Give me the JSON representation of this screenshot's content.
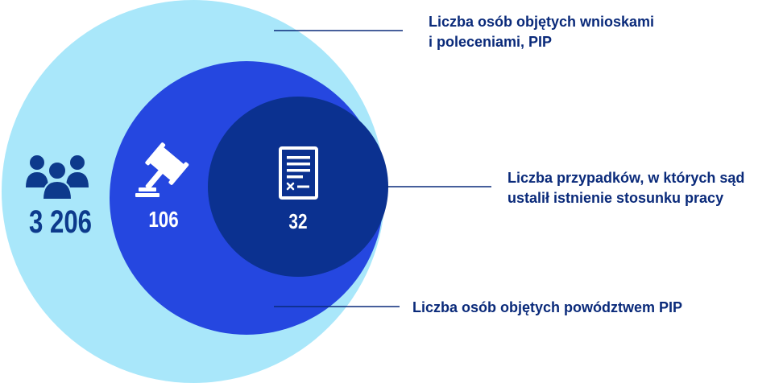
{
  "diagram": {
    "outer": {
      "value": "3 206",
      "label_lines": [
        "Liczba osób objętych wnioskami",
        "i poleceniami, PIP"
      ],
      "color": "#a9e7fa",
      "icon": "people-group-icon"
    },
    "middle": {
      "value": "106",
      "label_lines": [
        "Liczba osób objętych powództwem PIP"
      ],
      "color": "#2547e0",
      "icon": "gavel-icon"
    },
    "inner": {
      "value": "32",
      "label_lines": [
        "Liczba przypadków, w których sąd",
        "ustalił istnienie stosunku pracy"
      ],
      "color": "#0b3190",
      "icon": "document-icon"
    },
    "text_colors": {
      "label": "#0a2a7a",
      "outer_value": "#0d3a8c",
      "inner_value": "#ffffff"
    }
  }
}
